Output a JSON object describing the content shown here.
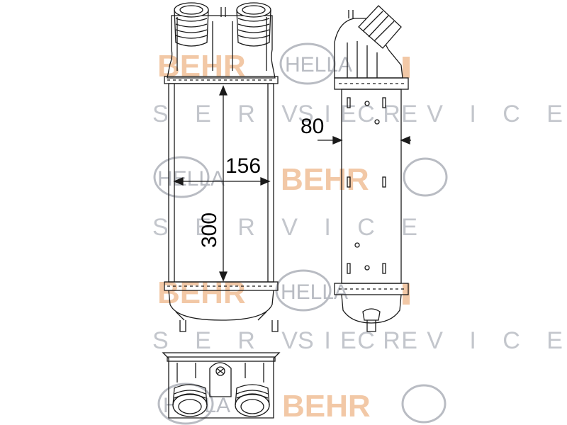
{
  "watermark": {
    "hella_logo_text": "HELLA",
    "behr_logo_text": "BEHR",
    "service_text": "S E R V I C E",
    "hella_color": "#b9bcc3",
    "behr_color": "#f2c8a6",
    "service_color": "#c3c6cc"
  },
  "dimensions": {
    "width_label": "156",
    "height_label": "300",
    "depth_label": "80"
  },
  "colors": {
    "line": "#1a1a1a"
  }
}
